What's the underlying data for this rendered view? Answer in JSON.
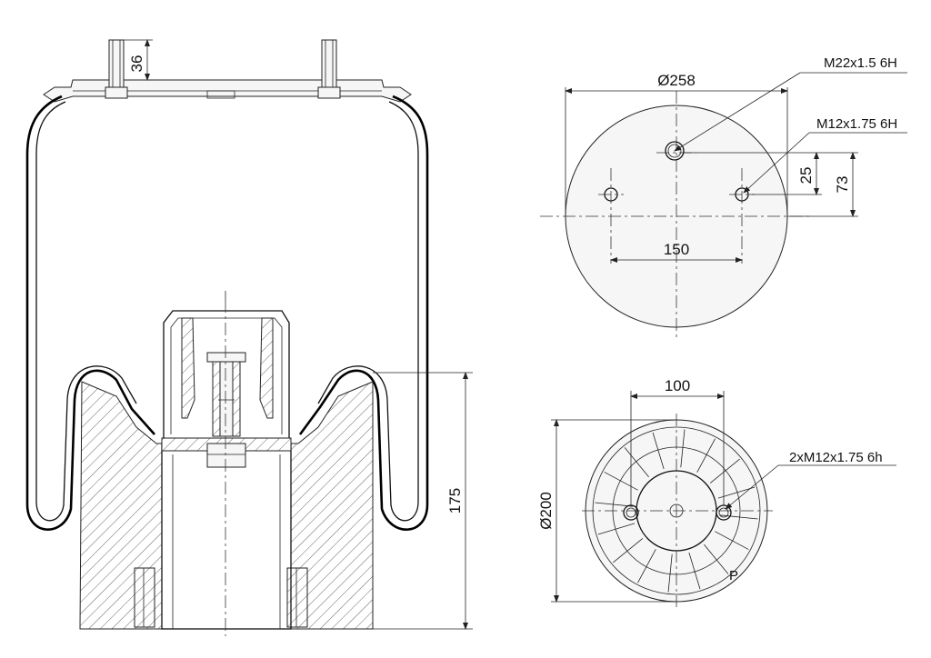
{
  "dimensions": {
    "stud_height": "36",
    "height": "175",
    "top_plate_diameter": "Ø258",
    "center_thread": "M22x1.5 6H",
    "side_thread": "M12x1.75 6H",
    "offset_small": "25",
    "offset_large": "73",
    "stud_spacing": "150",
    "base_hole_spacing": "100",
    "base_diameter": "Ø200",
    "base_threads": "2xM12x1.75 6h",
    "base_marking": "P"
  }
}
